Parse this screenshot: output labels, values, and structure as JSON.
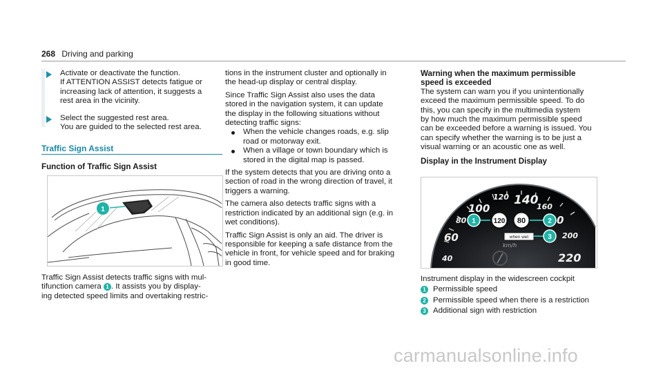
{
  "header": {
    "page_number": "268",
    "section": "Driving and parking"
  },
  "steps": [
    {
      "line1": "Activate or deactivate the function.",
      "detail": [
        "If ATTENTION ASSIST detects fatigue or",
        "increasing lack of attention, it suggests a",
        "rest area in the vicinity."
      ]
    },
    {
      "line1": "Select the suggested rest area.",
      "detail": [
        "You are guided to the selected rest area."
      ]
    }
  ],
  "traffic_sign_assist": {
    "heading": "Traffic Sign Assist",
    "function_heading": "Function of Traffic Sign Assist",
    "image_callout": "1",
    "para1": {
      "l1": "Traffic Sign Assist detects traffic signs with mul-",
      "l2a": "tifunction camera",
      "callout": "1",
      "l2b": ". It assists you by display-",
      "l3": "ing detected speed limits and overtaking restric-"
    }
  },
  "middle_column": {
    "para_a": [
      "tions in the instrument cluster and optionally in",
      "the head-up display or central display."
    ],
    "para_b": [
      "Since Traffic Sign Assist also uses the data",
      "stored in the navigation system, it can update",
      "the display in the following situations without",
      "detecting traffic signs:"
    ],
    "bullets": [
      [
        "When the vehicle changes roads, e.g. slip",
        "road or motorway exit."
      ],
      [
        "When a village or town boundary which is",
        "stored in the digital map is passed."
      ]
    ],
    "para_c": [
      "If the system detects that you are driving onto a",
      "section of road in the wrong direction of travel, it",
      "triggers a warning."
    ],
    "para_d": [
      "The camera also detects traffic signs with a",
      "restriction indicated by an additional sign (e.g. in",
      "wet conditions)."
    ],
    "para_e": [
      "Traffic Sign Assist is only an aid. The driver is",
      "responsible for keeping a safe distance from the",
      "vehicle in front, for vehicle speed and for braking",
      "in good time."
    ]
  },
  "right_column": {
    "warning_heading": [
      "Warning when the maximum permissible",
      "speed is exceeded"
    ],
    "warning_text": [
      "The system can warn you if you unintentionally",
      "exceed the maximum permissible speed. To do",
      "this, you can specify in the multimedia system",
      "by how much the maximum permissible speed",
      "can be exceeded before a warning is issued. You",
      "can specify whether the warning is to be just a",
      "visual warning or an acoustic one as well."
    ],
    "display_heading": "Display in the Instrument Display",
    "speedo": {
      "ticks": [
        "120",
        "140",
        "100",
        "160",
        "80",
        "0",
        "60",
        "200",
        "40",
        "220"
      ],
      "sign_speed": "120",
      "sign_restricted": "80",
      "additional_sign": "when wet",
      "unit": "km/h",
      "callouts": [
        "1",
        "2",
        "3"
      ]
    },
    "caption": "Instrument display in the widescreen cockpit",
    "legend": [
      {
        "num": "1",
        "text": "Permissible speed"
      },
      {
        "num": "2",
        "text": "Permissible speed when there is a restriction"
      },
      {
        "num": "3",
        "text": "Additional sign with restriction"
      }
    ]
  },
  "watermark": "carmanualsonline.info",
  "colors": {
    "accent_teal": "#1a88a8",
    "callout": "#1eb3a6",
    "arrow": "#1c8fb0"
  }
}
